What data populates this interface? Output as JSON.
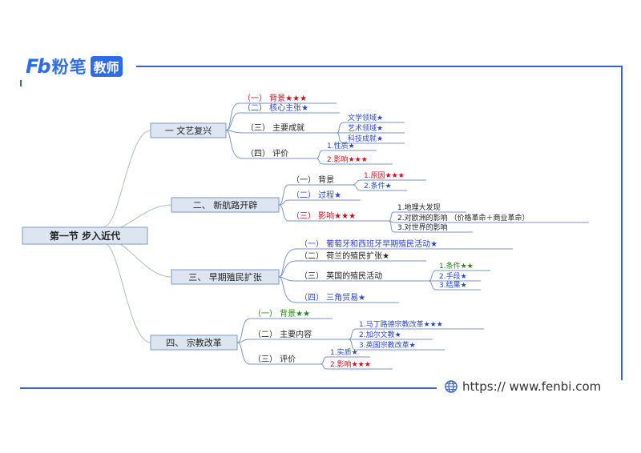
{
  "brand": {
    "logo_mark": "Fb",
    "logo_name": "粉笔",
    "logo_badge": "教师"
  },
  "footer": {
    "url": "https:// www.fenbi.com",
    "icon": "globe-icon"
  },
  "colors": {
    "frame": "#3a63c8",
    "red": "#c4121f",
    "blue": "#2a46c8",
    "green": "#1c8a1c"
  },
  "mindmap": {
    "root": "第一节 步入近代",
    "branches": [
      {
        "label": "一 文艺复兴",
        "children": [
          {
            "label": "（一） 背景★★★",
            "color": "red"
          },
          {
            "label": "（二） 核心主张★",
            "color": "blue"
          },
          {
            "label": "（三） 主要成就",
            "color": "black",
            "children": [
              {
                "label": "文学领域★",
                "color": "blue"
              },
              {
                "label": "艺术领域★",
                "color": "blue"
              },
              {
                "label": "科技成就★",
                "color": "blue"
              }
            ]
          },
          {
            "label": "（四） 评价",
            "color": "black",
            "children": [
              {
                "label": "1.性质★",
                "color": "blue"
              },
              {
                "label": "2.影响★★★",
                "color": "red"
              }
            ]
          }
        ]
      },
      {
        "label": "二、 新航路开辟",
        "children": [
          {
            "label": "（一） 背景",
            "color": "black",
            "children": [
              {
                "label": "1.原因★★★",
                "color": "red"
              },
              {
                "label": "2.条件★",
                "color": "blue"
              }
            ]
          },
          {
            "label": "（二） 过程★",
            "color": "blue"
          },
          {
            "label": "（三） 影响★★★",
            "color": "red",
            "children": [
              {
                "label": "1.地理大发现",
                "color": "black"
              },
              {
                "label": "2.对欧洲的影响 （价格革命＋商业革命）",
                "color": "black"
              },
              {
                "label": "3.对世界的影响",
                "color": "black"
              }
            ]
          }
        ]
      },
      {
        "label": "三、 早期殖民扩张",
        "children": [
          {
            "label": "（一） 葡萄牙和西班牙早期殖民活动★",
            "color": "blue"
          },
          {
            "label": "（二） 荷兰的殖民扩张★",
            "color": "black"
          },
          {
            "label": "（三） 英国的殖民活动",
            "color": "black",
            "children": [
              {
                "label": "1.条件★★",
                "color": "green"
              },
              {
                "label": "2.手段★",
                "color": "blue"
              },
              {
                "label": "3.结果★",
                "color": "blue"
              }
            ]
          },
          {
            "label": "（四） 三角贸易★",
            "color": "blue"
          }
        ]
      },
      {
        "label": "四、 宗教改革",
        "children": [
          {
            "label": "（一） 背景★★",
            "color": "green"
          },
          {
            "label": "（二） 主要内容",
            "color": "black",
            "children": [
              {
                "label": "1.马丁路德宗教改革★★★",
                "color": "blue"
              },
              {
                "label": "2.加尔文教★",
                "color": "blue"
              },
              {
                "label": "3.英国宗教改革★",
                "color": "blue"
              }
            ]
          },
          {
            "label": "（三） 评价",
            "color": "black",
            "children": [
              {
                "label": "1.实质★",
                "color": "blue"
              },
              {
                "label": "2.影响★★★",
                "color": "red"
              }
            ]
          }
        ]
      }
    ]
  }
}
